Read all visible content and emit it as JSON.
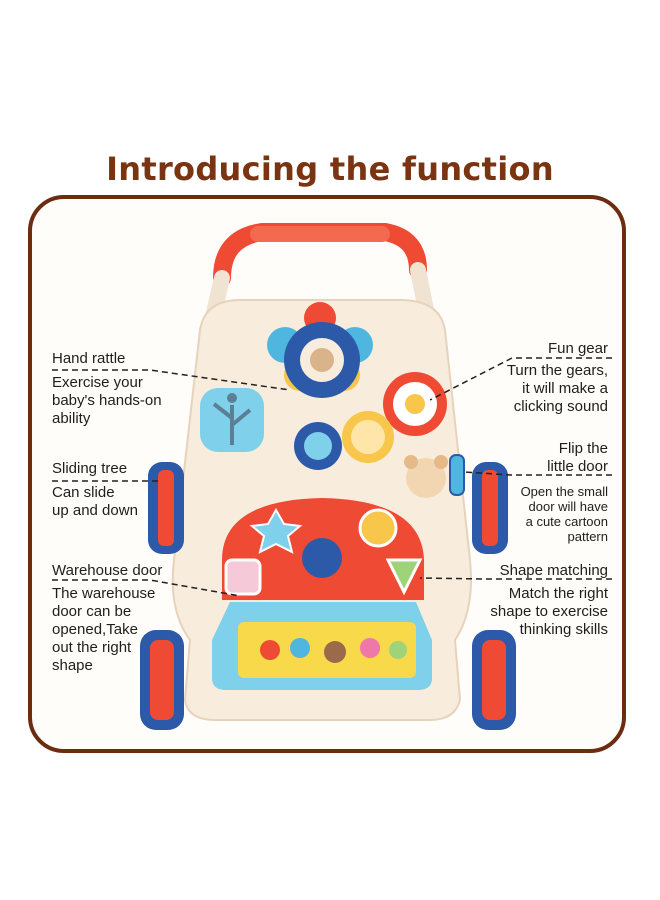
{
  "title": "Introducing the function",
  "left": {
    "hand_rattle": {
      "name": "Hand rattle",
      "desc": "Exercise your\nbaby's hands-on\nability"
    },
    "sliding_tree": {
      "name": "Sliding tree",
      "desc": "Can slide\nup and down"
    },
    "warehouse_door": {
      "name": "Warehouse door",
      "desc": "The warehouse\ndoor can be\nopened,Take\nout the right\nshape"
    }
  },
  "right": {
    "fun_gear": {
      "name": "Fun gear",
      "desc": "Turn the gears,\nit will make a\nclicking sound"
    },
    "flip_door": {
      "name": "Flip the\nlittle door",
      "desc": "Open the small\ndoor will have\na cute cartoon\npattern"
    },
    "shape_matching": {
      "name": "Shape matching",
      "desc": "Match the right\nshape to exercise\nthinking skills"
    }
  },
  "colors": {
    "frame": "#6b2c10",
    "title": "#7a3412",
    "toy_body": "#f8ecdd",
    "red": "#ef4a33",
    "blue": "#2c5aa8"
  }
}
